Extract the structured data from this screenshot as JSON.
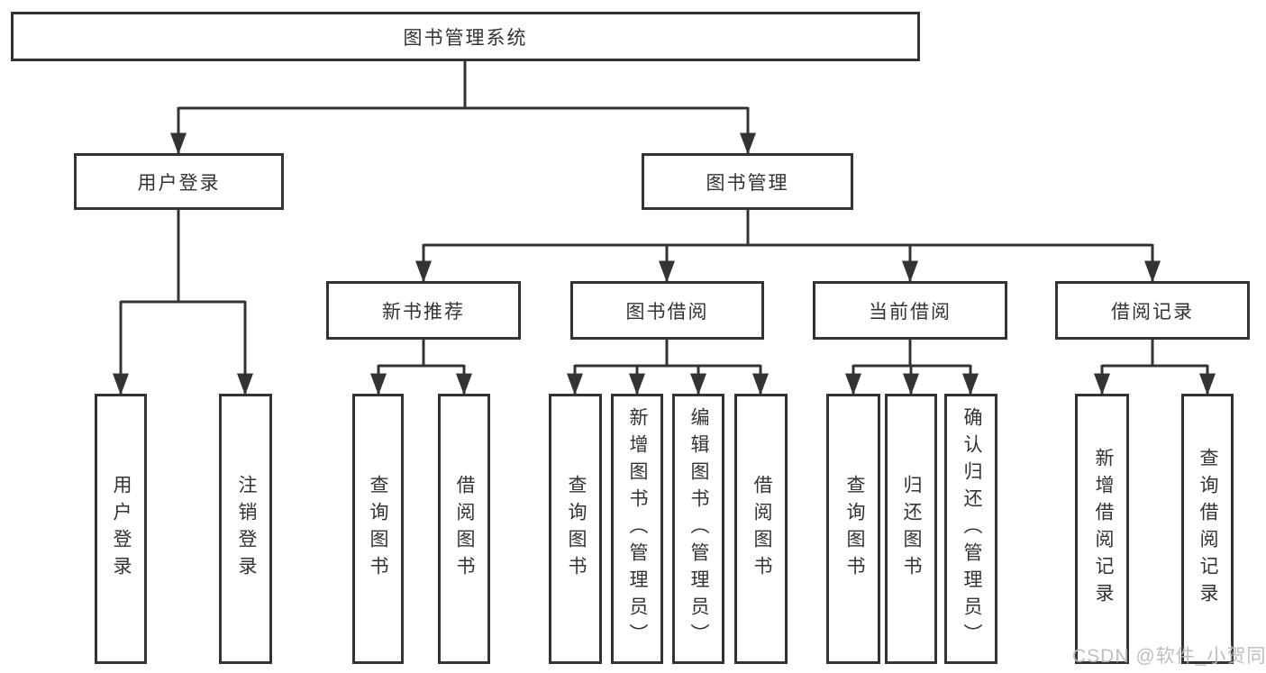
{
  "diagram": {
    "type": "hierarchy-tree",
    "root": {
      "label": "图书管理系统",
      "children": [
        {
          "label": "用户登录",
          "children": [
            {
              "label": "用户登录"
            },
            {
              "label": "注销登录"
            }
          ]
        },
        {
          "label": "图书管理",
          "children": [
            {
              "label": "新书推荐",
              "children": [
                {
                  "label": "查询图书"
                },
                {
                  "label": "借阅图书"
                }
              ]
            },
            {
              "label": "图书借阅",
              "children": [
                {
                  "label": "查询图书"
                },
                {
                  "label": "新增图书（管理员）"
                },
                {
                  "label": "编辑图书（管理员）"
                },
                {
                  "label": "借阅图书"
                }
              ]
            },
            {
              "label": "当前借阅",
              "children": [
                {
                  "label": "查询图书"
                },
                {
                  "label": "归还图书"
                },
                {
                  "label": "确认归还（管理员）"
                }
              ]
            },
            {
              "label": "借阅记录",
              "children": [
                {
                  "label": "新增借阅记录"
                },
                {
                  "label": "查询借阅记录"
                }
              ]
            }
          ]
        }
      ]
    }
  },
  "watermark": {
    "text": "CSDN @软件_小贺同学"
  },
  "colors": {
    "background": "#ffffff",
    "node_fill": "#ffffff",
    "node_border": "#333333",
    "line": "#333333",
    "text": "#333333",
    "watermark": "#b9b9b9"
  }
}
